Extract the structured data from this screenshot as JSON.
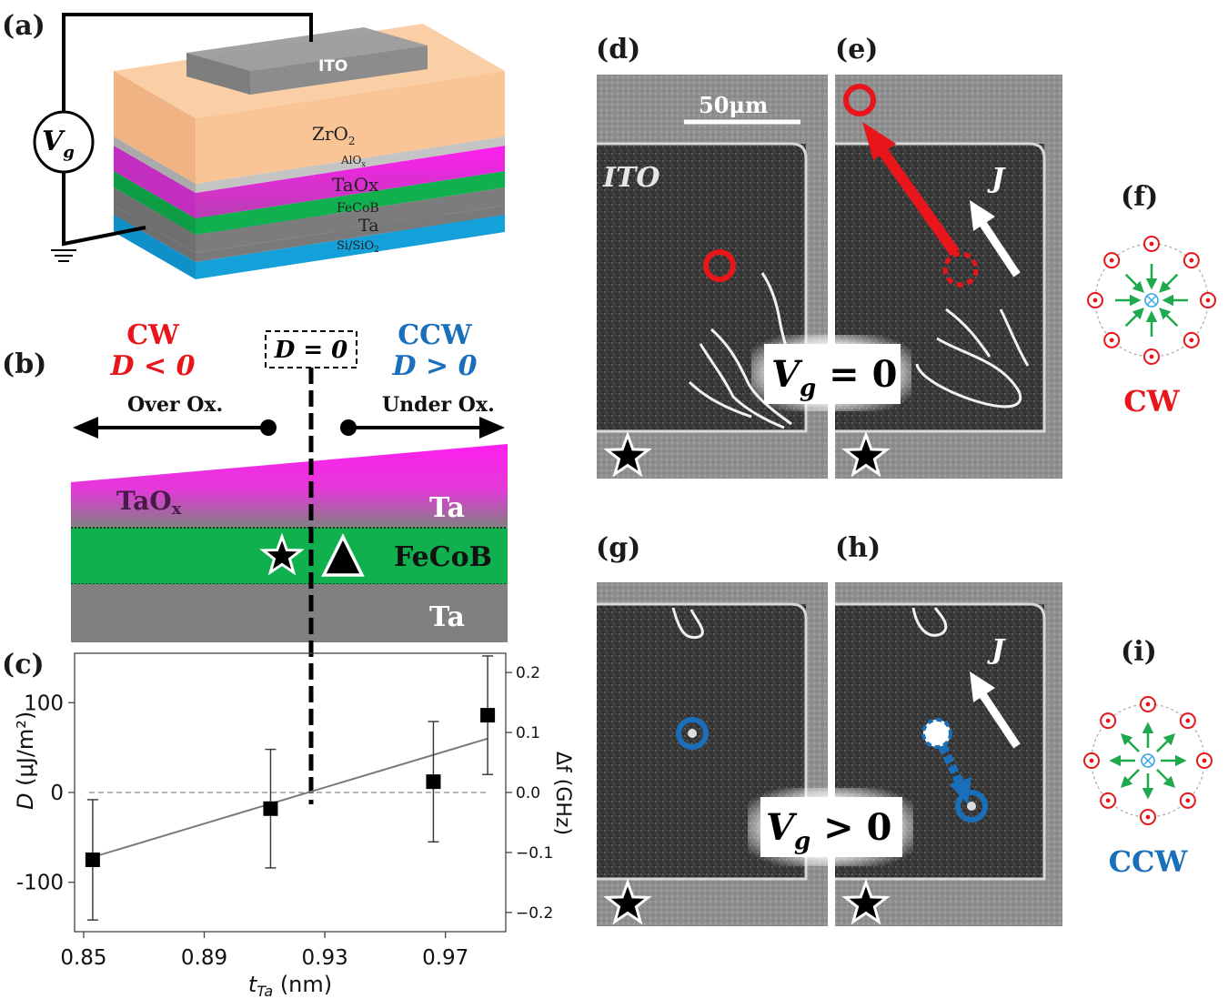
{
  "panels": {
    "a": "(a)",
    "b": "(b)",
    "c": "(c)",
    "d": "(d)",
    "e": "(e)",
    "f": "(f)",
    "g": "(g)",
    "h": "(h)",
    "i": "(i)"
  },
  "panel_a": {
    "voltage_symbol": "V",
    "voltage_sub": "g",
    "layers": {
      "ito": "ITO",
      "zro2": "ZrO",
      "zro2_sub": "2",
      "alox": "AlO",
      "alox_sub": "x",
      "taox": "TaOx",
      "fecob": "FeCoB",
      "ta": "Ta",
      "substrate": "Si/SiO",
      "substrate_sub": "2"
    }
  },
  "panel_b": {
    "cw_title": "CW",
    "cw_condition": "D < 0",
    "ccw_title": "CCW",
    "ccw_condition": "D > 0",
    "zero_condition": "D = 0",
    "left_arrow_label": "Over Ox.",
    "right_arrow_label": "Under Ox.",
    "layer_taox": "TaO",
    "layer_taox_sub": "x",
    "layer_ta_top": "Ta",
    "layer_fecob": "FeCoB",
    "layer_ta_bottom": "Ta"
  },
  "panel_d": {
    "scale_bar": "50μm",
    "region_label": "ITO"
  },
  "panel_e": {
    "current_label": "J"
  },
  "panel_de_caption": {
    "symbol": "V",
    "sub": "g",
    "relation": "= 0"
  },
  "panel_gh_caption": {
    "symbol": "V",
    "sub": "g",
    "relation": "> 0"
  },
  "panel_h": {
    "current_label": "J"
  },
  "panel_f": {
    "label": "CW"
  },
  "panel_i": {
    "label": "CCW"
  },
  "colors": {
    "cw_red": "#e8161b",
    "ccw_blue": "#1a6fba",
    "zro2_orange": "#f9c496",
    "taox_magenta": "#ff20ee",
    "fecob_green": "#10b04e",
    "ta_gray": "#7d7d7d",
    "substrate_blue": "#1ab0ea",
    "arrow_green": "#1ea94c"
  },
  "chart_data": {
    "type": "scatter",
    "xlabel": "t",
    "xlabel_sub": "Ta",
    "xlabel_unit": "(nm)",
    "ylabel": "D",
    "ylabel_unit": "(μJ/m²)",
    "y2label": "Δf (GHz)",
    "xlim": [
      0.847,
      0.99
    ],
    "ylim": [
      -155,
      155
    ],
    "y2lim": [
      -0.232,
      0.232
    ],
    "x_ticks": [
      0.85,
      0.89,
      0.93,
      0.97
    ],
    "x_tick_labels": [
      "0.85",
      "0.89",
      "0.93",
      "0.97"
    ],
    "y_ticks": [
      -100,
      0,
      100
    ],
    "y_tick_labels": [
      "-100",
      "0",
      "100"
    ],
    "y2_ticks": [
      -0.2,
      -0.1,
      0.0,
      0.1,
      0.2
    ],
    "y2_tick_labels": [
      "−0.2",
      "−0.1",
      "0.0",
      "0.1",
      "0.2"
    ],
    "points": [
      {
        "x": 0.853,
        "y": -75,
        "err": 67
      },
      {
        "x": 0.912,
        "y": -18,
        "err": 66
      },
      {
        "x": 0.966,
        "y": 12,
        "err": 67
      },
      {
        "x": 0.984,
        "y": 86,
        "err": 66
      }
    ],
    "fit": {
      "x0": 0.853,
      "y0": -72,
      "x1": 0.984,
      "y1": 60
    },
    "zero_line": 0,
    "grid": false
  }
}
